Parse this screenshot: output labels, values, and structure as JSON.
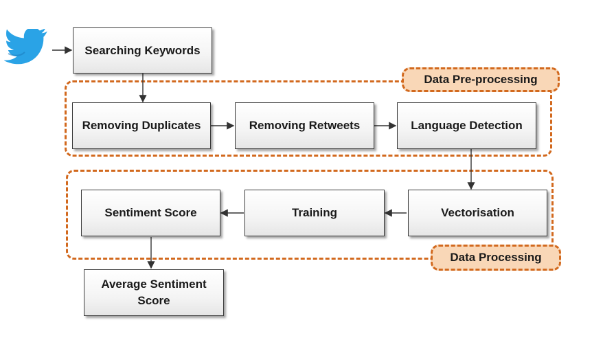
{
  "regions": {
    "preprocessing": "Data Pre-processing",
    "processing": "Data Processing"
  },
  "steps": {
    "searching": "Searching Keywords",
    "duplicates": "Removing Duplicates",
    "retweets": "Removing Retweets",
    "language": "Language Detection",
    "vectorisation": "Vectorisation",
    "training": "Training",
    "sentiment": "Sentiment Score",
    "average": "Average Sentiment Score"
  },
  "icons": {
    "source": "twitter-bird-icon"
  },
  "colors": {
    "region_border": "#d2691e",
    "region_label_fill": "#f9d7b7",
    "twitter_blue": "#2aa3e6"
  }
}
